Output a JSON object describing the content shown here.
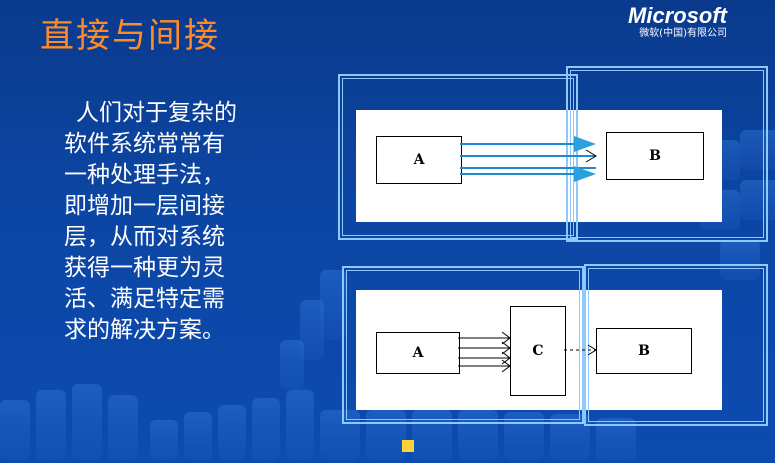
{
  "slide": {
    "title": "直接与间接",
    "logo": {
      "word": "Microsoft",
      "sub": "微软(中国)有限公司"
    },
    "body_lines": [
      "人们对于复杂的",
      "软件系统常常有",
      "一种处理手法，",
      "即增加一层间接",
      "层，从而对系统",
      "获得一种更为灵",
      "活、满足特定需",
      "求的解决方案。"
    ]
  },
  "diagram_direct": {
    "box_a": "A",
    "box_b": "B"
  },
  "diagram_indirect": {
    "box_a": "A",
    "box_c": "C",
    "box_b": "B"
  },
  "colors": {
    "background": "#0c46a4",
    "title": "#ff8a2a",
    "frame": "#8ec8ff",
    "arrow_direct": "#2aa0e0"
  }
}
